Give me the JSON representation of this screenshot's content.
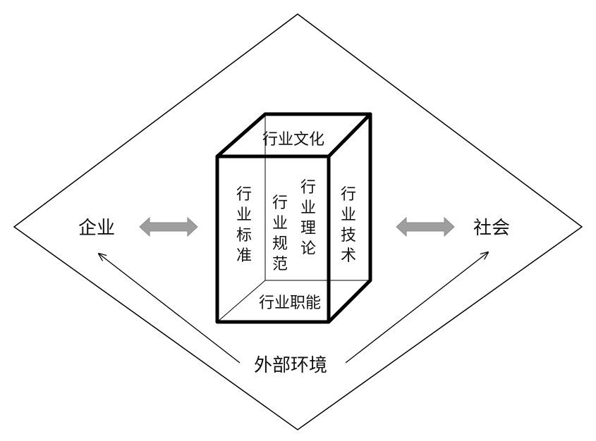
{
  "diagram": {
    "enterprise": "企业",
    "society": "社会",
    "external_environment": "外部环境",
    "box": {
      "top_face": "行业文化",
      "bottom_face": "行业职能",
      "left_face": "行业标准",
      "back_face": "行业规范",
      "front_face": "行业理论",
      "right_face": "行业技术"
    }
  },
  "colors": {
    "line": "#000000",
    "arrow_fill": "#9e9e9e",
    "background": "#ffffff"
  }
}
